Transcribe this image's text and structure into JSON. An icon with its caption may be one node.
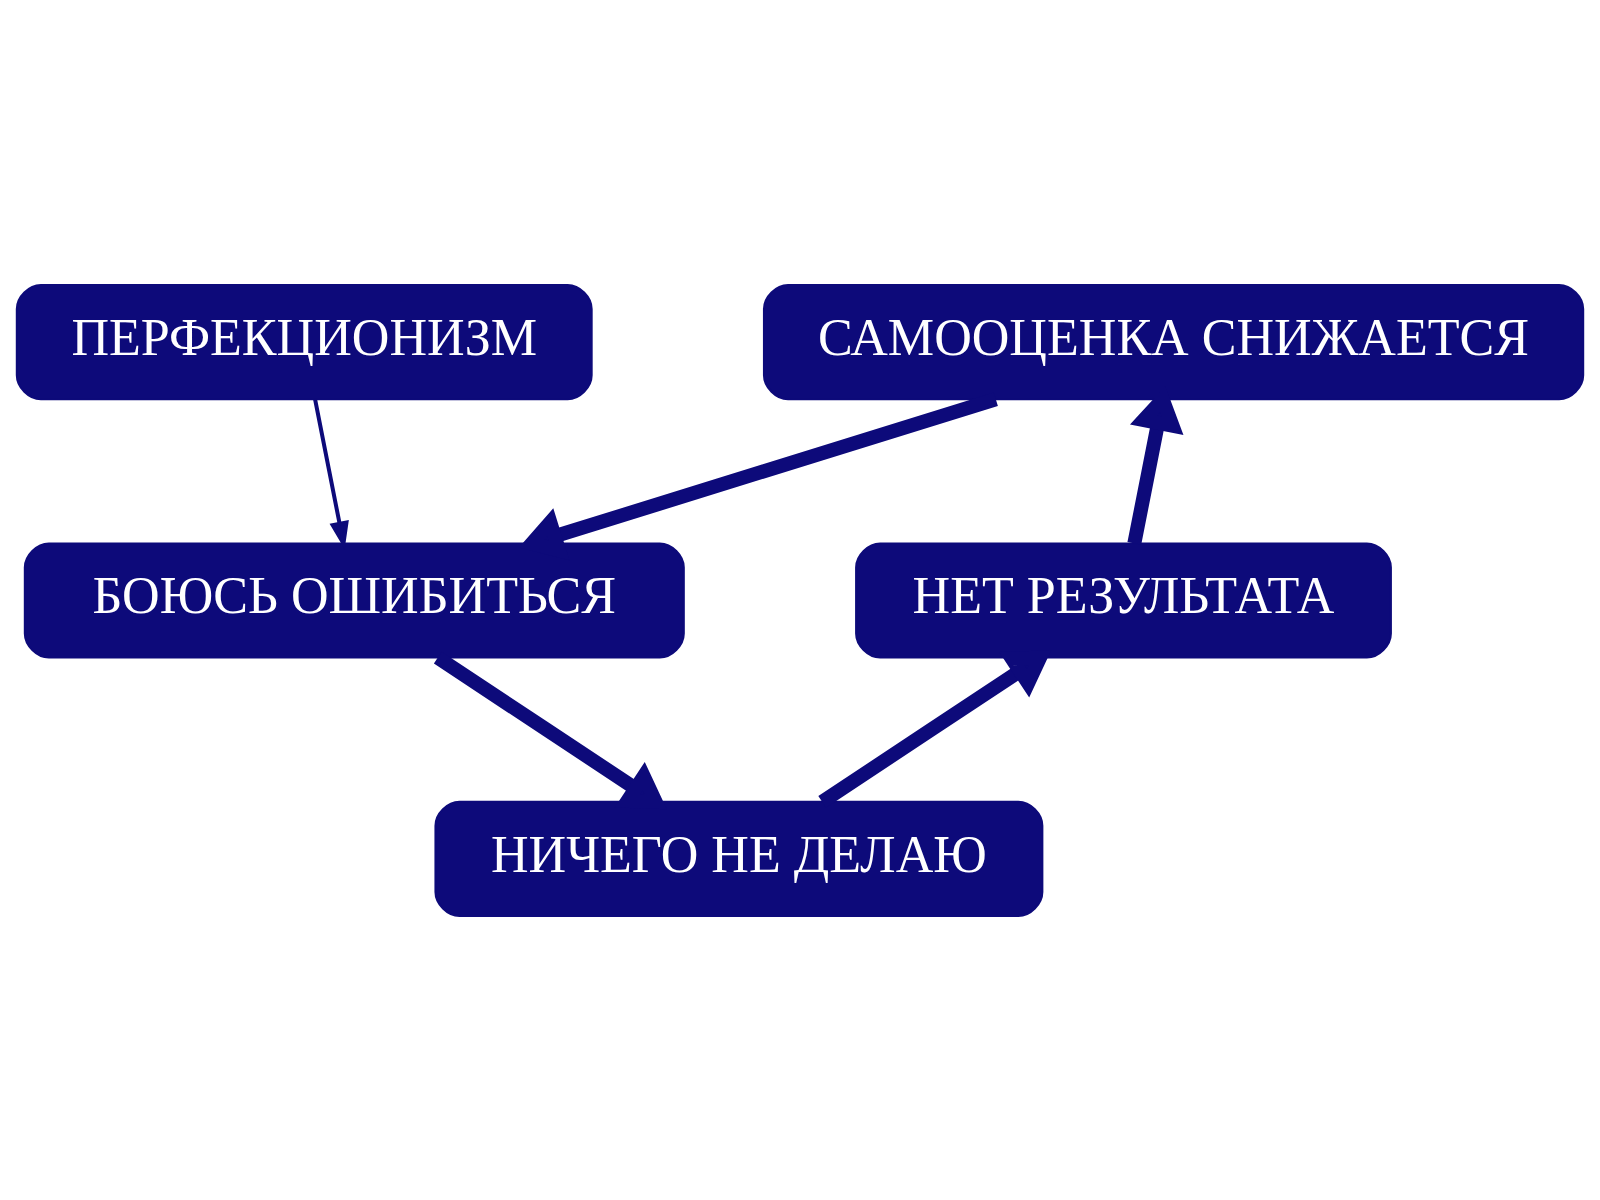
{
  "diagram": {
    "nodes": [
      {
        "text": [
          "ПЕРФЕКЦИОНИЗМ"
        ]
      },
      {
        "text": [
          "САМООЦЕНКА СНИЖАЕТСЯ"
        ]
      },
      {
        "text": [
          "БОЮСЬ ОШИБИТЬСЯ"
        ]
      },
      {
        "text": [
          "НИЧЕГО НЕ ДЕЛАЮ"
        ]
      },
      {
        "text": [
          "НЕТ РЕЗУЛЬТАТА"
        ]
      }
    ],
    "edges": [
      {
        "from": 0,
        "to": 2,
        "arrow": "to"
      },
      {
        "from": 1,
        "to": 2,
        "arrow": "to"
      },
      {
        "from": 2,
        "to": 3,
        "arrow": "to"
      },
      {
        "from": 3,
        "to": 4,
        "arrow": "to"
      },
      {
        "from": 4,
        "to": 1,
        "arrow": "to"
      }
    ]
  }
}
